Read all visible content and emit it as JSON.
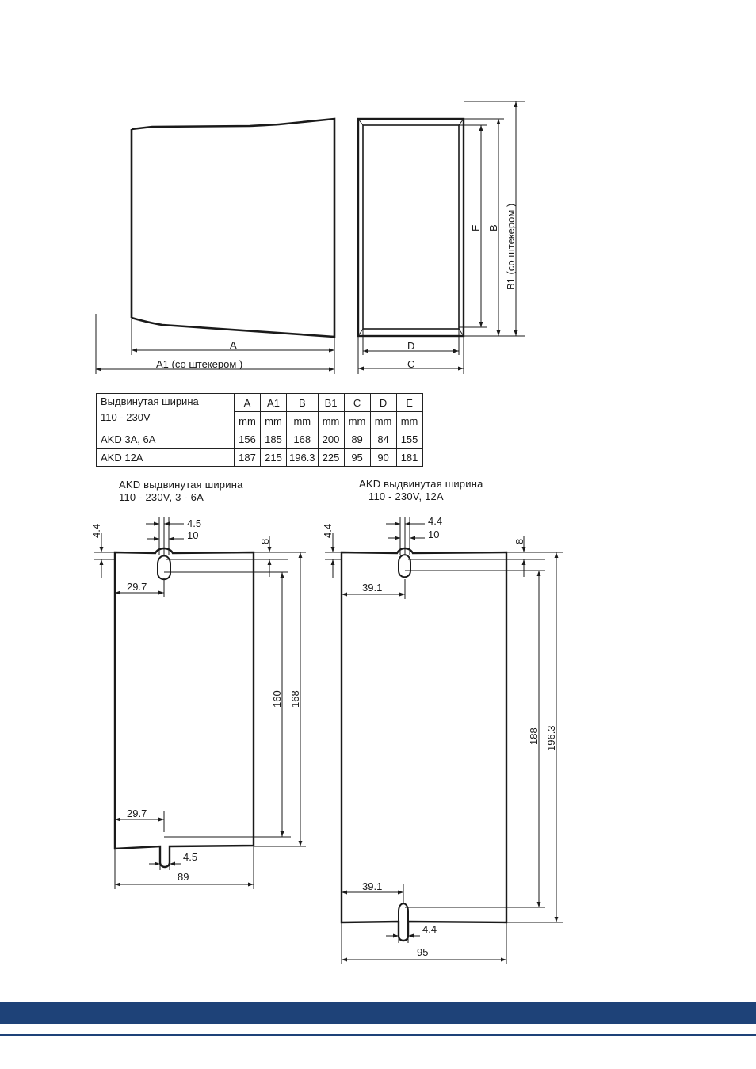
{
  "top_drawing": {
    "labels": {
      "a": "A",
      "a1": "A1  (со штекером )",
      "d": "D",
      "c": "C",
      "e": "E",
      "b": "B",
      "b1": "B1 (со штекером )"
    }
  },
  "table": {
    "header_label": "Выдвинутая ширина",
    "header_voltage": "110 - 230V",
    "columns": [
      "A",
      "A1",
      "B",
      "B1",
      "C",
      "D",
      "E"
    ],
    "unit": "mm",
    "rows": [
      {
        "name": "AKD 3A, 6A",
        "values": [
          "156",
          "185",
          "168",
          "200",
          "89",
          "84",
          "155"
        ]
      },
      {
        "name": "AKD 12A",
        "values": [
          "187",
          "215",
          "196.3",
          "225",
          "95",
          "90",
          "181"
        ]
      }
    ]
  },
  "left_drawing": {
    "caption_line1": "AKD выдвинутая ширина",
    "caption_line2": "110 - 230V, 3 - 6A",
    "dims": {
      "v_top": "4.4",
      "slot_w": "4.5",
      "slot_h": "10",
      "offset_top": "8",
      "x_top": "29.7",
      "x_bottom": "29.7",
      "bottom_slot": "4.5",
      "width": "89",
      "hole_span": "160",
      "height": "168"
    }
  },
  "right_drawing": {
    "caption_line1": "AKD выдвинутая ширина",
    "caption_line2": "110 - 230V, 12A",
    "dims": {
      "v_top": "4.4",
      "slot_w": "4.4",
      "slot_h": "10",
      "offset_top": "8",
      "x_top": "39.1",
      "x_bottom": "39.1",
      "bottom_slot": "4.4",
      "width": "95",
      "hole_span": "188",
      "height": "196.3"
    }
  },
  "colors": {
    "footer_band": "#1e4278",
    "footer_line": "#1e4278",
    "line": "#1a1a1a"
  }
}
